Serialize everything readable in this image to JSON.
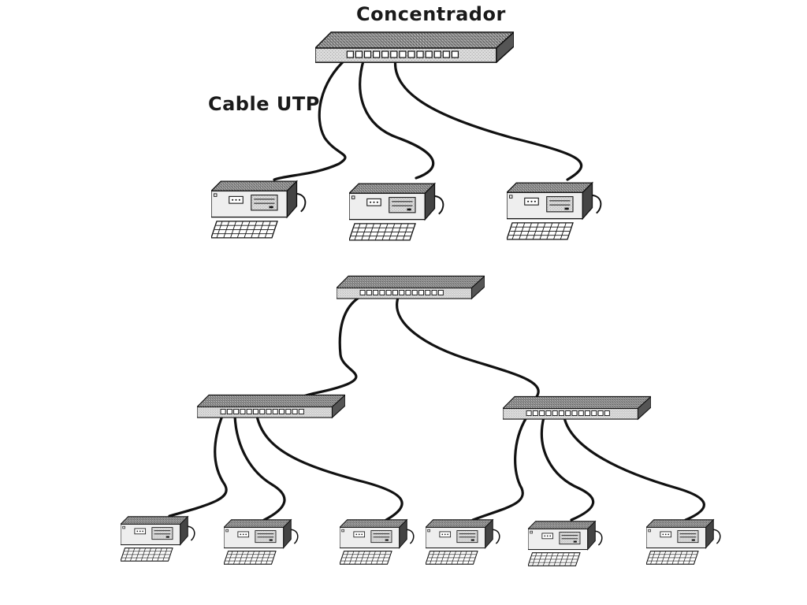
{
  "labels": {
    "concentrator": "Concentrador",
    "cable": "Cable UTP"
  },
  "colors": {
    "ink": "#111111",
    "device_top": "#7a7a7a",
    "device_front": "#d9d9d9",
    "background": "#ffffff"
  },
  "diagram": {
    "top_network": {
      "hub": "concentrador",
      "computers": 3
    },
    "bottom_network": {
      "root_hub": "concentrador",
      "child_hubs": 2,
      "computers_per_child_hub": 3
    }
  }
}
